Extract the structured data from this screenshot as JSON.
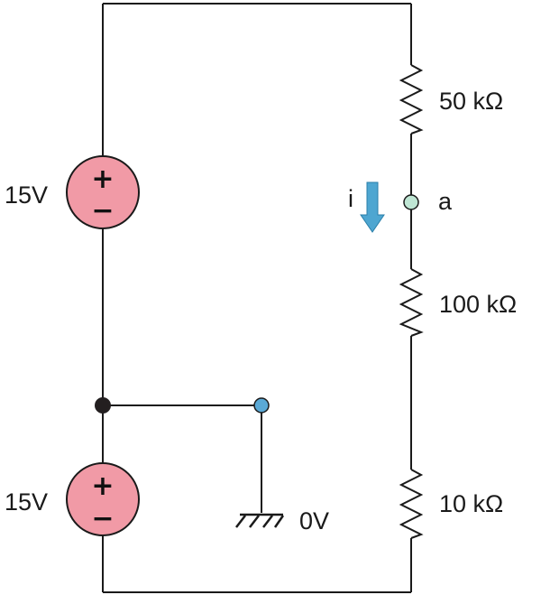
{
  "colors": {
    "wire": "#1a1a1a",
    "source_fill": "#f19aa6",
    "node_junction": "#231f20",
    "node_output": "#5aa9d6",
    "node_a": "#bfe6d4",
    "current_arrow": "#4ea6d1"
  },
  "sources": {
    "top": {
      "voltage": "15V",
      "plus": "+",
      "minus": "−"
    },
    "bottom": {
      "voltage": "15V",
      "plus": "+",
      "minus": "−"
    }
  },
  "resistors": {
    "r1": {
      "label": "50 kΩ"
    },
    "r2": {
      "label": "100 kΩ"
    },
    "r3": {
      "label": "10 kΩ"
    }
  },
  "current": {
    "label": "i"
  },
  "node_a": {
    "label": "a"
  },
  "ground": {
    "label": "0V",
    "icon": "ground-icon"
  }
}
